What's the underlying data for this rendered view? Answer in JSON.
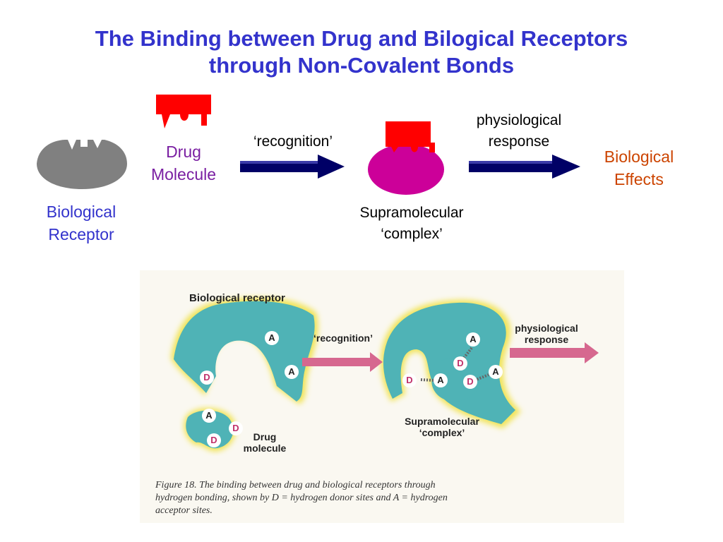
{
  "title": {
    "line1": "The Binding between Drug and Bilogical Receptors",
    "line2": "through Non-Covalent Bonds"
  },
  "labels": {
    "receptor_line1": "Biological",
    "receptor_line2": "Receptor",
    "drug_line1": "Drug",
    "drug_line2": "Molecule",
    "recognition": "‘recognition’",
    "response_line1": "physiological",
    "response_line2": "response",
    "complex_line1": "Supramolecular",
    "complex_line2": "‘complex’",
    "effects_line1": "Biological",
    "effects_line2": "Effects"
  },
  "colors": {
    "title": "#3333cc",
    "receptor_shape": "#808080",
    "drug_shape": "#ff0000",
    "complex_shape": "#cc0099",
    "arrow": "#000066",
    "effects": "#cc4400",
    "drug_text": "#7a1fa2"
  },
  "figure": {
    "receptor_title": "Biological receptor",
    "recognition": "‘recognition’",
    "response_line1": "physiological",
    "response_line2": "response",
    "complex_line1": "Supramolecular",
    "complex_line2": "‘complex’",
    "drug_line1": "Drug",
    "drug_line2": "molecule",
    "site_a": "A",
    "site_d": "D",
    "caption_line1": "Figure 18. The binding between drug and biological receptors through",
    "caption_line2": "hydrogen bonding, shown by D = hydrogen donor sites and A = hydrogen",
    "caption_line3": "acceptor sites."
  }
}
